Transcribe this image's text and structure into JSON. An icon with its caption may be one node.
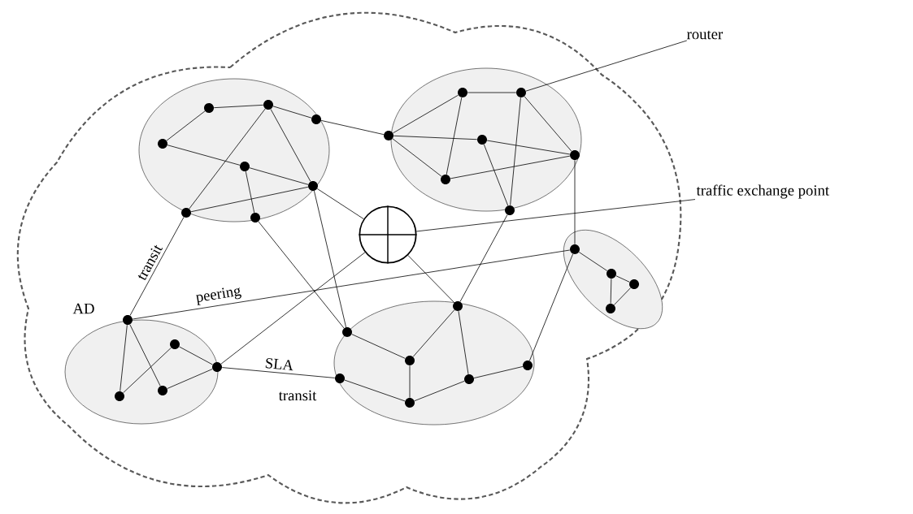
{
  "diagram": {
    "nodes": [
      {
        "text": [],
        "shape": "cloud"
      },
      {
        "text": [],
        "shape": "ellipse",
        "in": 0
      },
      {
        "text": [],
        "shape": "dot",
        "in": 1
      },
      {
        "text": [],
        "shape": "dot",
        "in": 1
      },
      {
        "text": [],
        "shape": "dot",
        "in": 1
      },
      {
        "text": [],
        "shape": "dot",
        "in": 1
      },
      {
        "text": [],
        "shape": "dot",
        "in": 1
      },
      {
        "text": [],
        "shape": "dot",
        "in": 1
      },
      {
        "text": [],
        "shape": "dot",
        "in": 1
      },
      {
        "text": [],
        "shape": "dot",
        "in": 1
      },
      {
        "text": [],
        "shape": "ellipse",
        "in": 0
      },
      {
        "text": [],
        "shape": "dot",
        "in": 10
      },
      {
        "text": [],
        "shape": "dot",
        "in": 10
      },
      {
        "text": [],
        "shape": "dot",
        "in": 10
      },
      {
        "text": [],
        "shape": "dot",
        "in": 10
      },
      {
        "text": [],
        "shape": "dot",
        "in": 10
      },
      {
        "text": [],
        "shape": "dot",
        "in": 10
      },
      {
        "text": [],
        "shape": "dot",
        "in": 10
      },
      {
        "text": [],
        "shape": "circle",
        "in": 0
      },
      {
        "text": [],
        "shape": "ellipse",
        "in": 0
      },
      {
        "text": [],
        "shape": "dot",
        "in": 19
      },
      {
        "text": [],
        "shape": "dot",
        "in": 19
      },
      {
        "text": [],
        "shape": "dot",
        "in": 19
      },
      {
        "text": [],
        "shape": "dot",
        "in": 19
      },
      {
        "text": [],
        "shape": "dot",
        "in": 19
      },
      {
        "text": [],
        "shape": "ellipse",
        "in": 0
      },
      {
        "text": [],
        "shape": "dot",
        "in": 25
      },
      {
        "text": [],
        "shape": "dot",
        "in": 25
      },
      {
        "text": [],
        "shape": "dot",
        "in": 25
      },
      {
        "text": [],
        "shape": "dot",
        "in": 25
      },
      {
        "text": [],
        "shape": "dot",
        "in": 25
      },
      {
        "text": [],
        "shape": "dot",
        "in": 25
      },
      {
        "text": [],
        "shape": "dot",
        "in": 25
      },
      {
        "text": [],
        "shape": "ellipse",
        "in": 0
      },
      {
        "text": [],
        "shape": "dot",
        "in": 33
      },
      {
        "text": [],
        "shape": "dot",
        "in": 33
      },
      {
        "text": [],
        "shape": "dot",
        "in": 33
      },
      {
        "text": [],
        "shape": "dot",
        "in": 33
      },
      {
        "text": [
          "router"
        ]
      },
      {
        "text": [
          "traffic exchange point"
        ]
      }
    ],
    "edges": [
      {
        "from": 2,
        "to": 3,
        "arrow": "none"
      },
      {
        "from": 2,
        "to": 5,
        "arrow": "none"
      },
      {
        "from": 3,
        "to": 4,
        "arrow": "none"
      },
      {
        "from": 3,
        "to": 8,
        "arrow": "none"
      },
      {
        "from": 3,
        "to": 7,
        "arrow": "none"
      },
      {
        "from": 5,
        "to": 6,
        "arrow": "none"
      },
      {
        "from": 6,
        "to": 7,
        "arrow": "none"
      },
      {
        "from": 6,
        "to": 9,
        "arrow": "none"
      },
      {
        "from": 8,
        "to": 7,
        "arrow": "none"
      },
      {
        "from": 4,
        "to": 11,
        "arrow": "none"
      },
      {
        "from": 7,
        "to": 18,
        "arrow": "none"
      },
      {
        "from": 7,
        "to": 26,
        "arrow": "none"
      },
      {
        "from": 9,
        "to": 26,
        "arrow": "none"
      },
      {
        "from": 20,
        "to": 8,
        "arrow": "none",
        "label": "transit"
      },
      {
        "from": 11,
        "to": 12,
        "arrow": "none"
      },
      {
        "from": 11,
        "to": 14,
        "arrow": "none"
      },
      {
        "from": 11,
        "to": 15,
        "arrow": "none"
      },
      {
        "from": 12,
        "to": 13,
        "arrow": "none"
      },
      {
        "from": 12,
        "to": 15,
        "arrow": "none"
      },
      {
        "from": 13,
        "to": 17,
        "arrow": "none"
      },
      {
        "from": 13,
        "to": 16,
        "arrow": "none"
      },
      {
        "from": 14,
        "to": 16,
        "arrow": "none"
      },
      {
        "from": 14,
        "to": 17,
        "arrow": "none"
      },
      {
        "from": 15,
        "to": 16,
        "arrow": "none"
      },
      {
        "from": 16,
        "to": 34,
        "arrow": "none"
      },
      {
        "from": 17,
        "to": 27,
        "arrow": "none"
      },
      {
        "from": 38,
        "to": 13,
        "arrow": "none"
      },
      {
        "from": 39,
        "to": 18,
        "arrow": "none"
      },
      {
        "from": 18,
        "to": 27,
        "arrow": "none"
      },
      {
        "from": 18,
        "to": 22,
        "arrow": "none"
      },
      {
        "from": 20,
        "to": 34,
        "arrow": "none",
        "label": "peering"
      },
      {
        "from": 20,
        "to": 23,
        "arrow": "none"
      },
      {
        "from": 20,
        "to": 24,
        "arrow": "none"
      },
      {
        "from": 24,
        "to": 22,
        "arrow": "none"
      },
      {
        "from": 21,
        "to": 22,
        "arrow": "none"
      },
      {
        "from": 21,
        "to": 23,
        "arrow": "none"
      },
      {
        "from": 22,
        "to": 29,
        "arrow": "none",
        "label": "SLA"
      },
      {
        "from": 26,
        "to": 28,
        "arrow": "none"
      },
      {
        "from": 27,
        "to": 28,
        "arrow": "none"
      },
      {
        "from": 27,
        "to": 30,
        "arrow": "none"
      },
      {
        "from": 28,
        "to": 31,
        "arrow": "none"
      },
      {
        "from": 29,
        "to": 31,
        "arrow": "none"
      },
      {
        "from": 31,
        "to": 30,
        "arrow": "none"
      },
      {
        "from": 30,
        "to": 32,
        "arrow": "none"
      },
      {
        "from": 34,
        "to": 32,
        "arrow": "none"
      },
      {
        "from": 34,
        "to": 35,
        "arrow": "none"
      },
      {
        "from": 35,
        "to": 36,
        "arrow": "none"
      },
      {
        "from": 35,
        "to": 37,
        "arrow": "none"
      },
      {
        "from": 36,
        "to": 37,
        "arrow": "none"
      }
    ],
    "labels": [
      "AD",
      "transit"
    ]
  }
}
